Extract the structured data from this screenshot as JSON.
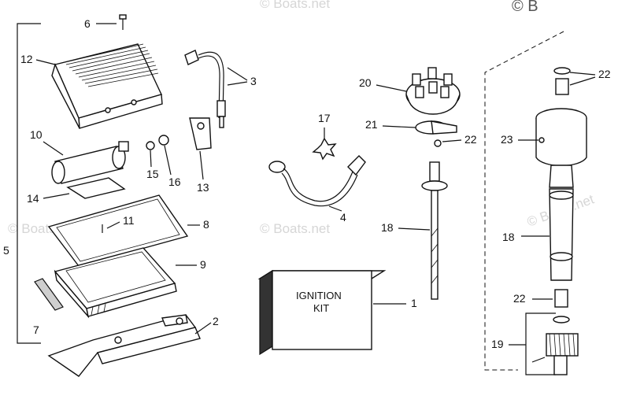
{
  "watermark": {
    "text": "© Boats.net",
    "corner_text": "© B"
  },
  "callouts": {
    "c1": "1",
    "c2": "2",
    "c3": "3",
    "c4": "4",
    "c5": "5",
    "c6": "6",
    "c7": "7",
    "c8": "8",
    "c9": "9",
    "c10": "10",
    "c11": "11",
    "c12": "12",
    "c13": "13",
    "c14": "14",
    "c15": "15",
    "c16": "16",
    "c17": "17",
    "c18a": "18",
    "c18b": "18",
    "c19": "19",
    "c20": "20",
    "c21": "21",
    "c22a": "22",
    "c22b": "22",
    "c22c": "22",
    "c23": "23"
  },
  "ignition_kit": {
    "line1": "IGNITION",
    "line2": "KIT"
  }
}
